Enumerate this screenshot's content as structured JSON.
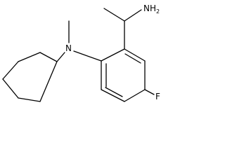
{
  "molecule": {
    "atoms": {
      "amine": {
        "main": "NH",
        "subscript": "2"
      },
      "nitrogen": "N",
      "fluorine": "F"
    }
  }
}
